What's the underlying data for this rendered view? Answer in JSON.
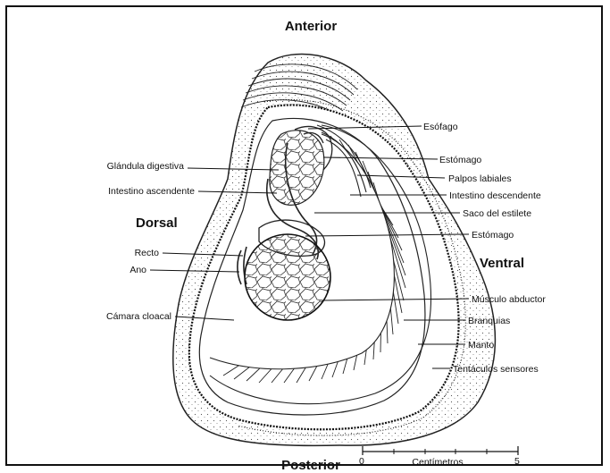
{
  "directions": {
    "anterior": "Anterior",
    "posterior": "Posterior",
    "dorsal": "Dorsal",
    "ventral": "Ventral"
  },
  "labels": {
    "esofago": "Esófago",
    "estomago_top": "Estómago",
    "palpos_labiales": "Palpos labiales",
    "glandula_digestiva": "Glándula digestiva",
    "intestino_ascendente": "Intestino ascendente",
    "intestino_descendente": "Intestino descendente",
    "saco_estilete": "Saco del estilete",
    "estomago_lower": "Estómago",
    "recto": "Recto",
    "ano": "Ano",
    "musculo_abductor": "Músculo abductor",
    "camara_cloacal": "Cámara cloacal",
    "branquias": "Branquias",
    "manto": "Manto",
    "tentaculos_sensores": "Tentáculos sensores"
  },
  "scale_bar": {
    "start": "0",
    "end": "5",
    "unit": "Centímetros"
  },
  "colors": {
    "ink": "#111111",
    "background": "#ffffff"
  }
}
